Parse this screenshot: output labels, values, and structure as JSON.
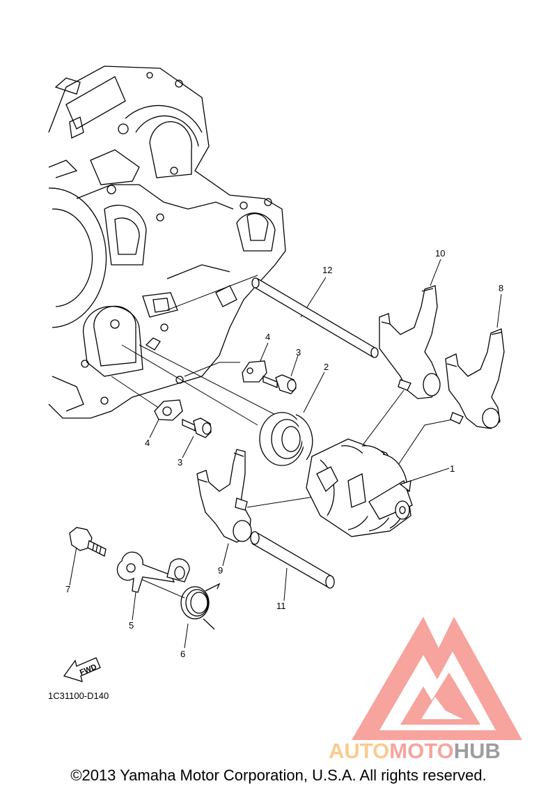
{
  "diagram": {
    "parts": [
      {
        "number": "1"
      },
      {
        "number": "2"
      },
      {
        "number": "3"
      },
      {
        "number": "3"
      },
      {
        "number": "4"
      },
      {
        "number": "4"
      },
      {
        "number": "5"
      },
      {
        "number": "6"
      },
      {
        "number": "7"
      },
      {
        "number": "8"
      },
      {
        "number": "9"
      },
      {
        "number": "10"
      },
      {
        "number": "11"
      },
      {
        "number": "12"
      }
    ],
    "diagram_code": "1C31100-D140",
    "fwd_label": "FWD"
  },
  "watermark": {
    "word_part1": "AUTO",
    "word_part2": "MOTO",
    "word_part3": "HUB",
    "colors": {
      "triangle": "#f5958c",
      "auto": "#f9c27a",
      "moto": "#f5958c",
      "hub": "#8c8c8c"
    }
  },
  "footer": {
    "copyright": "©2013 Yamaha Motor Corporation, U.S.A. All rights reserved."
  }
}
